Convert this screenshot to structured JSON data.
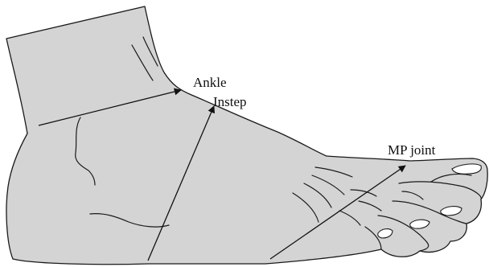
{
  "labels": {
    "ankle": "Ankle",
    "instep": "Instep",
    "mp_joint": "MP joint"
  },
  "colors": {
    "skin_fill": "#d4d4d4",
    "line": "#1a1a1a",
    "nail_fill": "#ffffff"
  }
}
